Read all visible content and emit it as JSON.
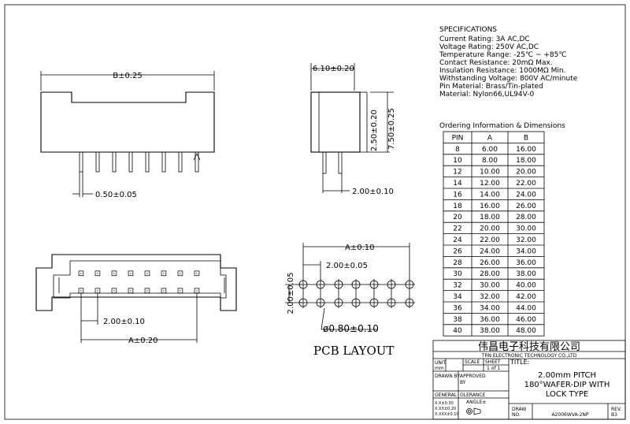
{
  "specifications": {
    "heading": "SPECIFICATIONS",
    "lines": [
      "Current Rating: 3A AC,DC",
      "Voltage Rating: 250V AC,DC",
      "Temperature Range: -25℃ ~ +85℃",
      "Contact Resistance: 20mΩ Max.",
      "Insulation Resistance: 1000MΩ Min.",
      "Withstanding Voltage: 800V AC/minute",
      "Pin Material: Brass/Tin-plated",
      "Material: Nylon66,UL94V-0"
    ]
  },
  "ordering": {
    "heading": "Ordering Information & Dimensions",
    "columns": [
      "PIN",
      "A",
      "B"
    ],
    "rows": [
      [
        "8",
        "6.00",
        "16.00"
      ],
      [
        "10",
        "8.00",
        "18.00"
      ],
      [
        "12",
        "10.00",
        "20.00"
      ],
      [
        "14",
        "12.00",
        "22.00"
      ],
      [
        "16",
        "14.00",
        "24.00"
      ],
      [
        "18",
        "16.00",
        "26.00"
      ],
      [
        "20",
        "18.00",
        "28.00"
      ],
      [
        "22",
        "20.00",
        "30.00"
      ],
      [
        "24",
        "22.00",
        "32.00"
      ],
      [
        "26",
        "24.00",
        "34.00"
      ],
      [
        "28",
        "26.00",
        "36.00"
      ],
      [
        "30",
        "28.00",
        "38.00"
      ],
      [
        "32",
        "30.00",
        "40.00"
      ],
      [
        "34",
        "32.00",
        "42.00"
      ],
      [
        "36",
        "34.00",
        "44.00"
      ],
      [
        "38",
        "36.00",
        "46.00"
      ],
      [
        "40",
        "38.00",
        "48.00"
      ]
    ]
  },
  "dimensions": {
    "front_width": "B±0.25",
    "pin_width": "0.50±0.05",
    "side_depth": "6.10±0.20",
    "side_height_short": "2.50±0.20",
    "side_height_total": "7.50±0.25",
    "side_pitch": "2.00±0.10",
    "top_pitch": "2.00±0.10",
    "top_span": "A±0.20",
    "pcb_span": "A±0.10",
    "pcb_pitch": "2.00±0.05",
    "pcb_row": "2.00±0.05",
    "pcb_hole": "ø0.80±0.10"
  },
  "pcb_layout_label": "PCB LAYOUT",
  "title_block": {
    "company_cn": "伟昌电子科技有限公司",
    "company_en": "TRN ELECTRONIC TECHNOLOGY CO.,LTD",
    "unit_label": "UNIT",
    "unit_value": "mm",
    "scale_label": "SCALE",
    "sheet_label": "SHEET",
    "sheet_value": "1 of 1",
    "title_label": "TITLE:",
    "title_line1": "2.00mm PITCH",
    "title_line2": "180°WAFER-DIP WITH",
    "title_line3": "LOCK TYPE",
    "drawn_by": "DRAWN BY",
    "approved_by_1": "APPROVED",
    "approved_by_2": "BY",
    "general": "GENERAL",
    "tolerance": "OLERANCE",
    "tol1": "X.X±0.30",
    "tol2": "X.XX±0.20",
    "tol3": "X.XXX±0.10",
    "angle": "ANGLE±",
    "draw_no_label_1": "DRAW",
    "draw_no_label_2": "NO.",
    "draw_no": "A2006WVA-2NP",
    "rev_label": "REV.",
    "rev_value": "B3"
  }
}
